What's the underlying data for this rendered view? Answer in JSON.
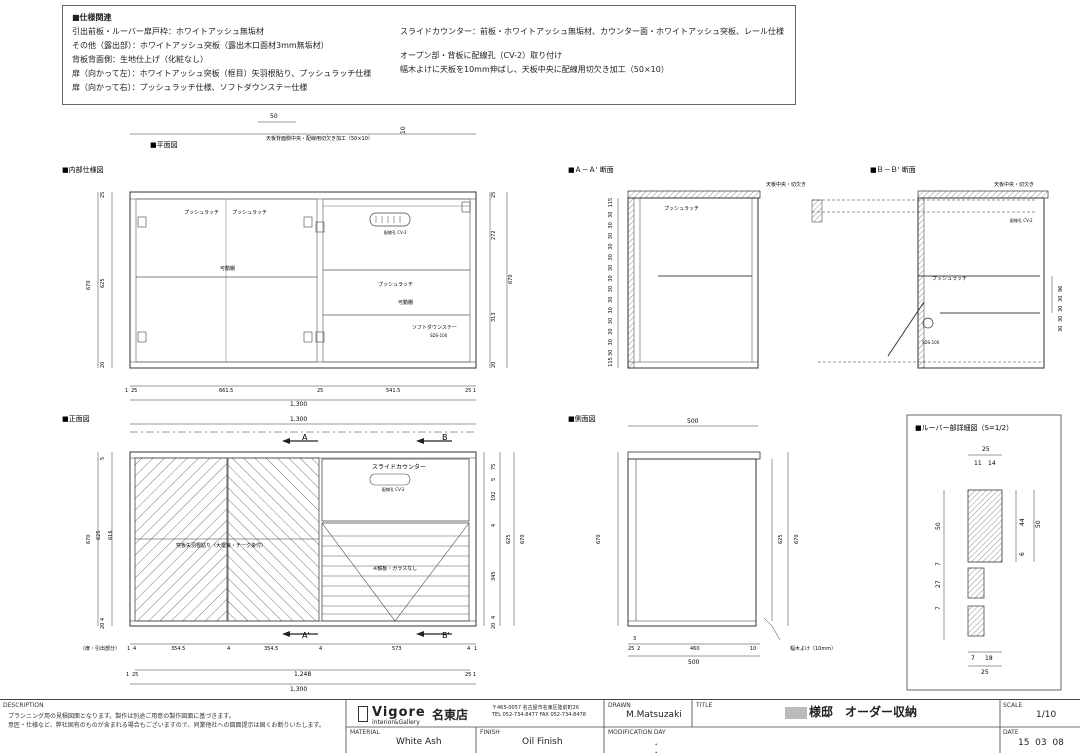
{
  "specs": {
    "heading": "■仕様関連",
    "left": [
      "引出前板・ルーバー扉戸枠：ホワイトアッシュ無垢材",
      "その他（露出部）：ホワイトアッシュ突板（露出木口面材3mm無垢材）",
      "背板背面側：生地仕上げ（化粧なし）",
      "扉（向かって左）：ホワイトアッシュ突板（框目）矢羽根貼り、プッシュラッチ仕様",
      "扉（向かって右）：プッシュラッチ仕様、ソフトダウンステー仕様"
    ],
    "right": [
      "スライドカウンター：前板・ホワイトアッシュ無垢材、カウンター面・ホワイトアッシュ突板、レール仕様",
      "オープン部・背板に配線孔（CV-2）取り付け",
      "幅木よけに天板を10mm伸ばし、天板中央に配線用切欠き加工（50×10）"
    ]
  },
  "plan": {
    "title": "■平面図",
    "note": "天板背面側中央・配線用切欠き加工（50×10）",
    "dim_50": "50",
    "dim_10": "10"
  },
  "internal": {
    "title": "■内部仕様図",
    "push1": "プッシュラッチ",
    "push2": "プッシュラッチ",
    "push3": "プッシュラッチ",
    "movable1": "可動棚",
    "movable2": "可動棚",
    "cv2": "配線孔 CV-2",
    "softdown": "ソフトダウンステー",
    "sds": "SDS-100",
    "right_dims": [
      "25",
      "272",
      "313",
      "20",
      "670"
    ],
    "left_dims": [
      "25",
      "670",
      "625",
      "20"
    ],
    "bottom_dims": [
      "1",
      "25",
      "661.5",
      "25",
      "541.5",
      "25",
      "1"
    ],
    "total": "1,300"
  },
  "front": {
    "title": "■正面図",
    "total_top": "1,300",
    "arrow_a": "A",
    "arrow_b": "B",
    "arrow_a2": "A'",
    "arrow_b2": "B'",
    "slide": "スライドカウンター",
    "cv2": "配線孔 CV-2",
    "door_note": "突板矢羽根貼り（大框目・チーク染付）",
    "louver_note": "※鏡板・ガラスなし",
    "left_dims": [
      "5",
      "670",
      "625",
      "616",
      "4",
      "20"
    ],
    "right_dims": [
      "75",
      "5",
      "192",
      "4",
      "345",
      "4",
      "20",
      "625",
      "670"
    ],
    "bottom_label": "（扉・引出部分）",
    "bottom_dims": [
      "1",
      "4",
      "354.5",
      "4",
      "354.5",
      "4",
      "573",
      "4",
      "1"
    ],
    "inner_total": "1,248",
    "total": "1,300",
    "outer_dims": [
      "1",
      "25",
      "25",
      "1"
    ]
  },
  "section_a": {
    "title": "■Ａ－Ａ' 断面",
    "note": "天板中央・切欠き",
    "push": "プッシュラッチ",
    "left_dims": [
      "115",
      "30",
      "30",
      "30",
      "30",
      "30",
      "30",
      "30",
      "30",
      "30",
      "30",
      "30",
      "30",
      "30",
      "30",
      "115"
    ]
  },
  "section_b": {
    "title": "■Ｂ－Ｂ' 断面",
    "note": "天板中央・切欠き",
    "cv2": "配線孔 CV-2",
    "push": "プッシュラッチ",
    "sds": "SDS-100",
    "right_dims": [
      "96",
      "30",
      "30",
      "30",
      "30"
    ]
  },
  "side": {
    "title": "■側面図",
    "top_dim": "500",
    "left_dim": "670",
    "right_dims": [
      "625",
      "670"
    ],
    "bottom_dims": [
      "3",
      "25",
      "2",
      "460",
      "10"
    ],
    "total": "500",
    "baseboard": "幅木よけ（10mm）"
  },
  "louver": {
    "title": "■ルーバー部詳細図（S=1/2）",
    "dims_top": [
      "25",
      "11",
      "14"
    ],
    "dims_left": [
      "50",
      "7",
      "27",
      "7"
    ],
    "dims_right": [
      "44",
      "50",
      "6"
    ],
    "dims_bottom": [
      "7",
      "18",
      "25"
    ]
  },
  "titleblock": {
    "desc_label": "DESCRIPTION",
    "desc1": "プランニング用の見積図面となります。製作は別途ご用意の製作図面に基づきます。",
    "desc2": "意匠・仕様など、弊社固有のものが含まれる場合もございますので、同業他社への図面提示は固くお断りいたします。",
    "brand": "Vigore",
    "brand_sub": "interior&Gallery",
    "store": "名東店",
    "addr1": "〒465-0057 名古屋市名東区陸前町26",
    "addr2": "TEL 052-734-8477  FAX 052-734-8478",
    "drawn_label": "DRAWN",
    "drawn": "M.Matsuzaki",
    "title_label": "TITLE",
    "project": "様邸　オーダー収納",
    "scale_label": "SCALE",
    "scale": "1/10",
    "material_label": "MATERIAL",
    "material": "White Ash",
    "finish_label": "FINISH",
    "finish": "Oil Finish",
    "mod_label": "MODIFICATION DAY",
    "mod1": "．",
    "mod2": "．",
    "date_label": "DATE",
    "date": "15  03  08"
  }
}
